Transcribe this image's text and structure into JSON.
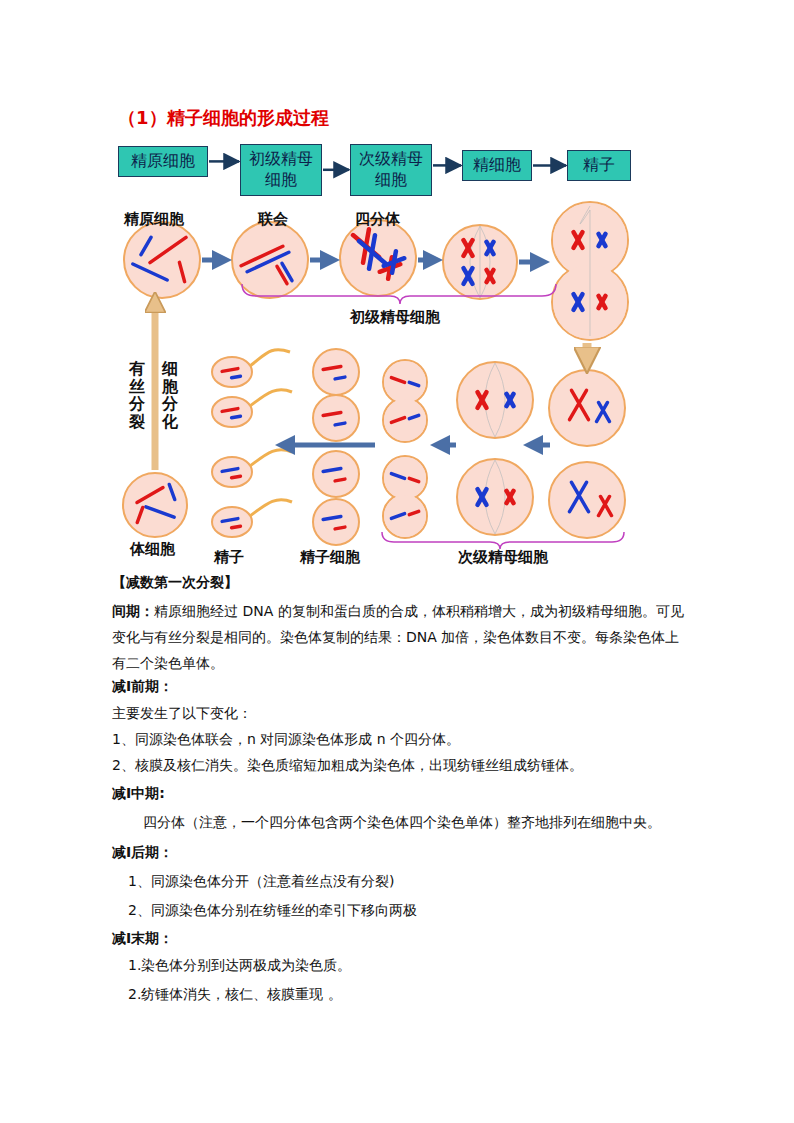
{
  "diagram": {
    "title": "（1）精子细胞的形成过程",
    "nodes": [
      {
        "text": [
          "精原细胞"
        ]
      },
      {
        "text": [
          "初级精母细胞"
        ]
      },
      {
        "text": [
          "次级精母细胞"
        ]
      },
      {
        "text": [
          "精细胞"
        ]
      },
      {
        "text": [
          "精子"
        ]
      }
    ],
    "edges": [
      {
        "from": 0,
        "to": 1,
        "arrow": "to"
      },
      {
        "from": 1,
        "to": 2,
        "arrow": "to"
      },
      {
        "from": 2,
        "to": 3,
        "arrow": "to"
      },
      {
        "from": 3,
        "to": 4,
        "arrow": "to"
      }
    ],
    "labels": [
      "精原细胞",
      "联会",
      "四分体",
      "初级精母细胞",
      "有丝分裂",
      "细胞分化",
      "体细胞",
      "精子",
      "精子细胞",
      "次级精母细胞",
      "【减数第一次分裂】",
      "间期：",
      "精原细胞经过 DNA 的复制和蛋白质的合成，体积稍稍增大，成为初级精母细胞。可见变化与有丝分裂是相同的。染色体复制的结果：DNA 加倍，染色体数目不变。每条染色体上有二个染色单体。",
      "减Ⅰ前期：",
      "主要发生了以下变化：",
      "1、同源染色体联会，n 对同源染色体形成 n 个四分体。",
      "2、核膜及核仁消失。染色质缩短加粗成为染色体，出现纺锤丝组成纺锤体。",
      "减Ⅰ中期:",
      "四分体（注意，一个四分体包含两个染色体四个染色单体）整齐地排列在细胞中央。",
      "减Ⅰ后期：",
      "1、同源染色体分开（注意着丝点没有分裂)",
      "2、同源染色体分别在纺锤丝的牵引下移向两极",
      "减Ⅰ末期：",
      "1.染色体分别到达两极成为染色质。",
      "2.纺锤体消失，核仁、核膜重现 。"
    ]
  }
}
